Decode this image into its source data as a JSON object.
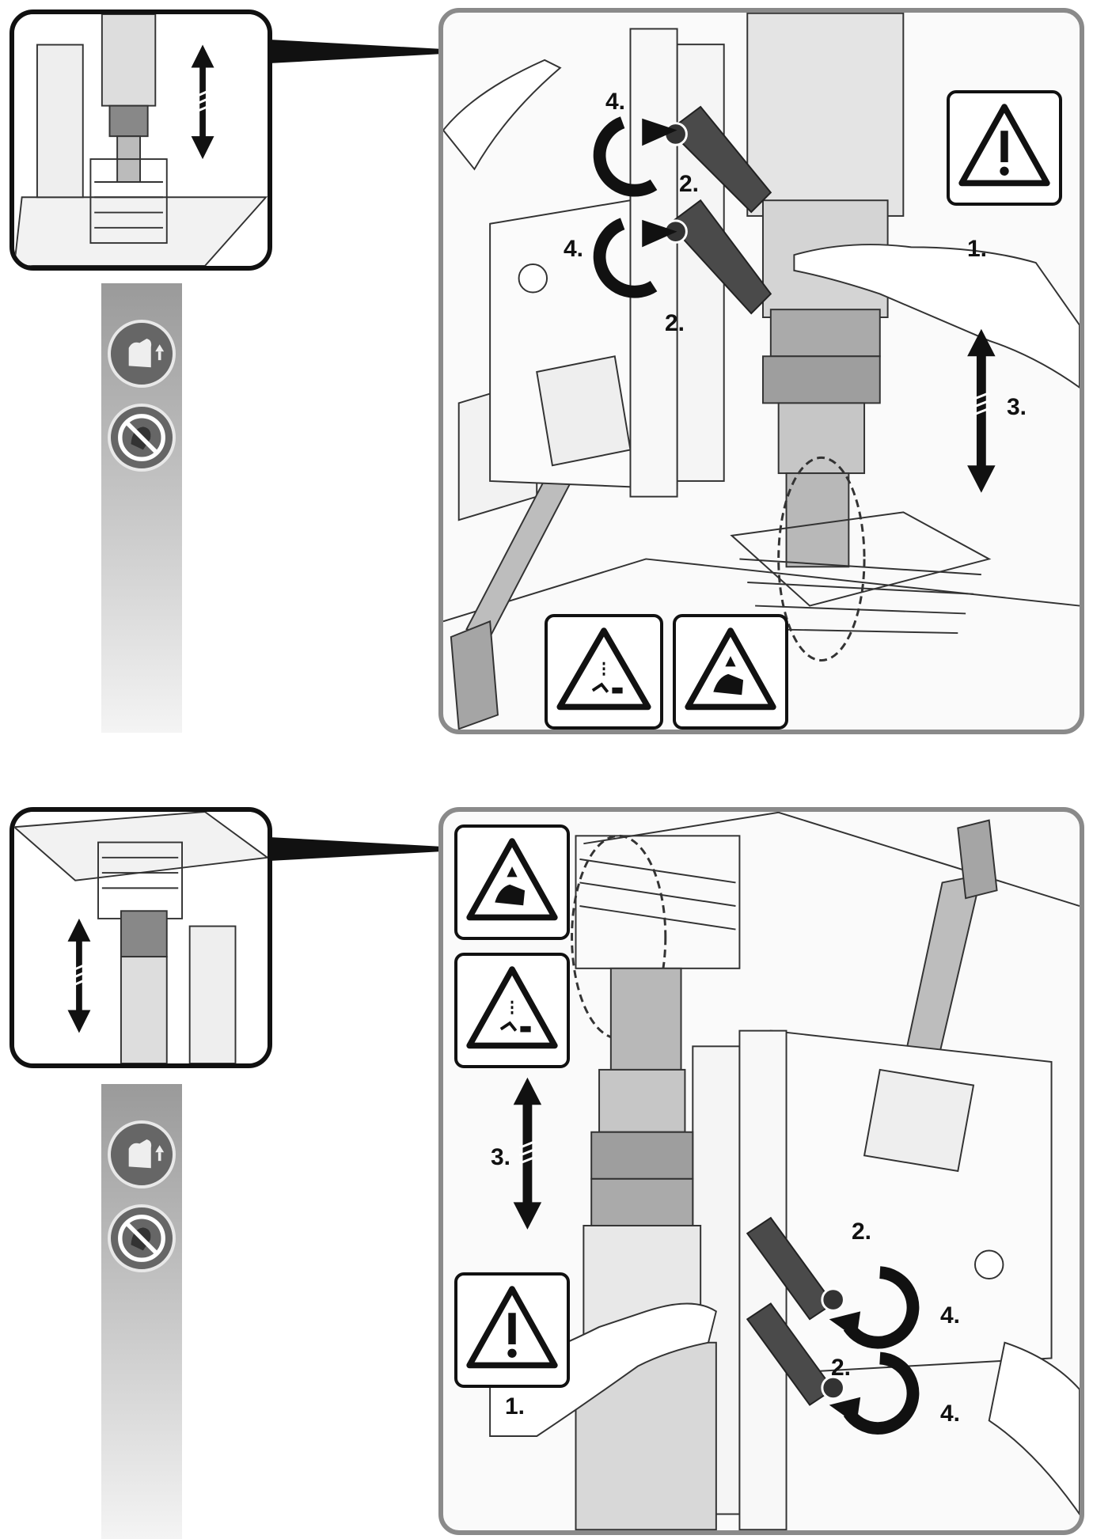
{
  "top": {
    "steps": {
      "s1": "1.",
      "s2a": "2.",
      "s2b": "2.",
      "s3": "3.",
      "s4a": "4.",
      "s4b": "4."
    }
  },
  "bottom": {
    "steps": {
      "s1": "1.",
      "s2a": "2.",
      "s2b": "2.",
      "s3": "3.",
      "s4a": "4.",
      "s4b": "4."
    }
  },
  "icons": {
    "general_warning": "exclamation-warning-icon",
    "flying_chips": "flying-chips-warning-icon",
    "crush_hand": "hand-crush-warning-icon",
    "lift": "lift-hand-icon",
    "no_gloves": "no-gloves-icon"
  },
  "colors": {
    "panel_border": "#8a8a8a",
    "inset_border": "#111111",
    "sidebar_top": "#9a9a9a",
    "sidebar_bottom": "#f4f4f4",
    "badge": "#666666"
  }
}
